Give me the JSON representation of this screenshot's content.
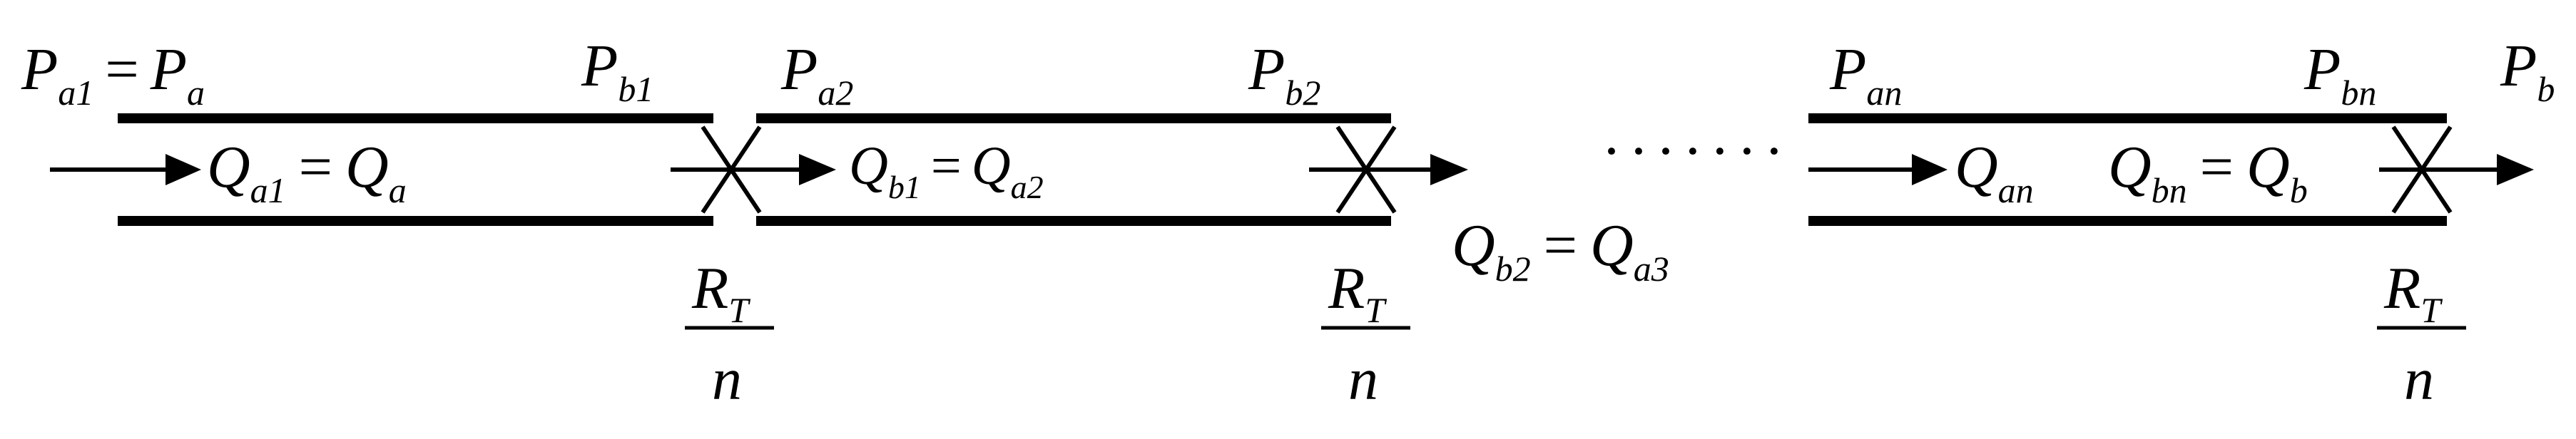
{
  "colors": {
    "ink": "#000000",
    "background": "#ffffff"
  },
  "segment1": {
    "p_start": {
      "base": "P",
      "sub": "a1"
    },
    "p_start_equals": "=",
    "p_start_rhs": {
      "base": "P",
      "sub": "a"
    },
    "p_end": {
      "base": "P",
      "sub": "b1"
    },
    "q": {
      "base": "Q",
      "sub": "a1"
    },
    "q_equals": "=",
    "q_rhs": {
      "base": "Q",
      "sub": "a"
    }
  },
  "segment2": {
    "p_start": {
      "base": "P",
      "sub": "a2"
    },
    "p_end": {
      "base": "P",
      "sub": "b2"
    },
    "q": {
      "base": "Q",
      "sub": "b1"
    },
    "q_equals": "=",
    "q_rhs": {
      "base": "Q",
      "sub": "a2"
    }
  },
  "between": {
    "q": {
      "base": "Q",
      "sub": "b2"
    },
    "q_equals": "=",
    "q_rhs": {
      "base": "Q",
      "sub": "a3"
    },
    "ellipsis": "·······"
  },
  "segment_n": {
    "p_start": {
      "base": "P",
      "sub": "an"
    },
    "p_end": {
      "base": "P",
      "sub": "bn"
    },
    "q_in": {
      "base": "Q",
      "sub": "an"
    },
    "q_out": {
      "base": "Q",
      "sub": "bn"
    },
    "q_out_equals": "=",
    "q_out_rhs": {
      "base": "Q",
      "sub": "b"
    }
  },
  "outlet_pressure": {
    "base": "P",
    "sub": "b"
  },
  "resistance": {
    "numerator": {
      "base": "R",
      "sub": "T"
    },
    "denominator": "n"
  }
}
